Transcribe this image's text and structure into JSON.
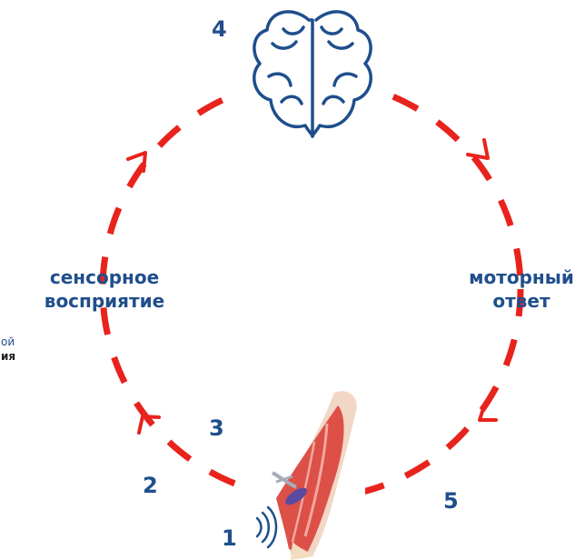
{
  "steps": {
    "s1": "1",
    "s2": "2",
    "s3": "3",
    "s4": "4",
    "s5": "5"
  },
  "labels": {
    "sensory_line1": "сенсорное",
    "sensory_line2": "восприятие",
    "motor_line1": "моторный",
    "motor_line2": "ответ"
  },
  "cutoff_text": {
    "line1": "ой",
    "line2": "ия"
  },
  "colors": {
    "cycle": "#e8231d",
    "brain": "#1f4e8c",
    "text": "#1f4e8c"
  },
  "icons": {
    "brain": "brain-icon",
    "muscle": "muscle-illustration",
    "signal": "signal-waves-icon"
  }
}
